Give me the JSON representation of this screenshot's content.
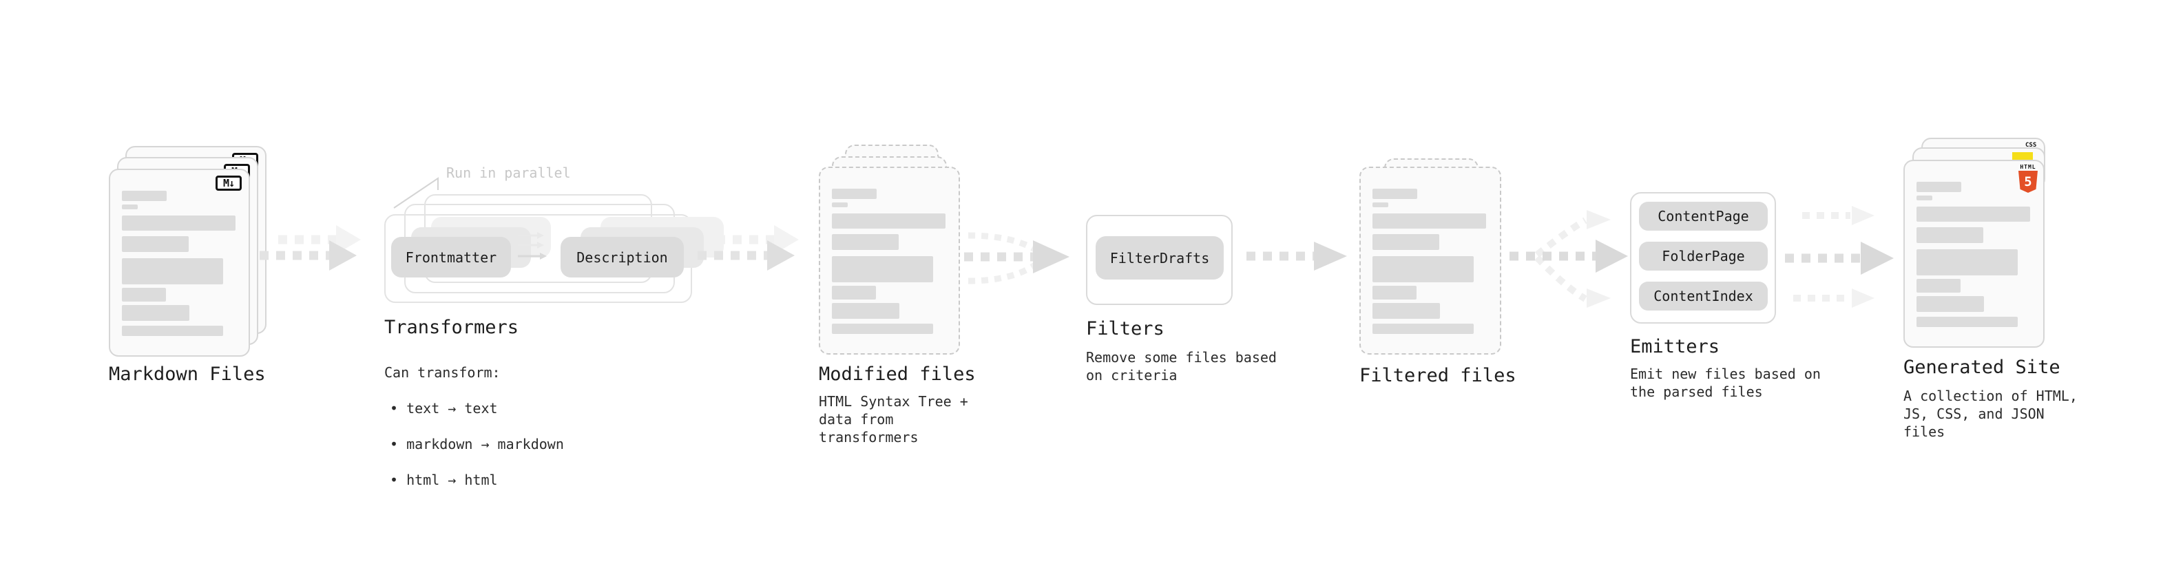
{
  "colors": {
    "html5_badge": "#e34f26",
    "js_badge": "#f5de19",
    "css_badge": "#2965f1"
  },
  "stages": {
    "markdown_files": {
      "label": "Markdown Files",
      "file_badge": "M↓"
    },
    "transformers": {
      "label": "Transformers",
      "annotation": "Run in parallel",
      "nodes": [
        "Frontmatter",
        "Description"
      ],
      "can_transform": {
        "title": "Can transform:",
        "items": [
          "text → text",
          "markdown → markdown",
          "html → html"
        ]
      }
    },
    "modified_files": {
      "label": "Modified files",
      "description": "HTML Syntax Tree +\ndata from transformers"
    },
    "filters": {
      "label": "Filters",
      "nodes": [
        "FilterDrafts"
      ],
      "description": "Remove some files based\non criteria"
    },
    "filtered_files": {
      "label": "Filtered files"
    },
    "emitters": {
      "label": "Emitters",
      "nodes": [
        "ContentPage",
        "FolderPage",
        "ContentIndex"
      ],
      "description": "Emit new files based on\nthe parsed files"
    },
    "generated_site": {
      "label": "Generated Site",
      "badges": {
        "css": "CSS",
        "html": "HTML",
        "html_version": "5"
      },
      "description": "A collection of HTML,\nJS, CSS, and JSON files"
    }
  }
}
